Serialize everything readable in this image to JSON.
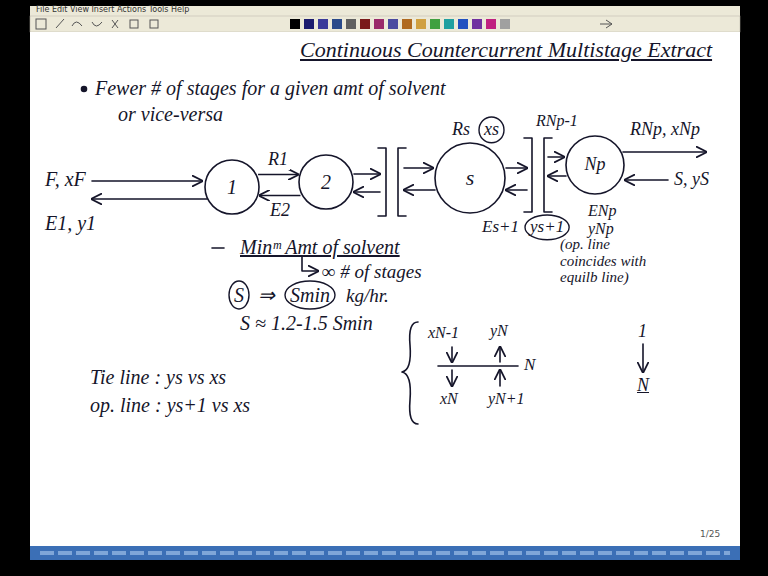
{
  "diagram": {
    "title": "Continuous Countercurrent Multistage Extract",
    "nodes": [
      {
        "text": [
          "1"
        ]
      },
      {
        "text": [
          "2"
        ]
      },
      {
        "text": [
          "s"
        ]
      },
      {
        "text": [
          "Np"
        ]
      }
    ],
    "edges": [
      {
        "from": 0,
        "to": 1,
        "label": "R1",
        "arrow": "to"
      },
      {
        "from": 1,
        "to": 0,
        "label": "E2",
        "arrow": "to"
      }
    ],
    "labels": [
      "File Edit View Insert Actions Tools Help",
      "Fewer # of stages for a given amt of solvent",
      "or vice-versa",
      "F, xF",
      "E1, y1",
      "Rs",
      "xs",
      "Es+1",
      "ys+1",
      "RNp-1",
      "RNp, xNp",
      "S, yS",
      "ENp",
      "yNp",
      "Minᵐ Amt of solvent",
      "∞ # of stages",
      "(op. line coincides with equilb line)",
      "S",
      "⇒",
      "Smin",
      "kg/hr.",
      "S ≈ 1.2-1.5 Smin",
      "Tie line : ys vs xs",
      "op. line : ys+1 vs xs",
      "xN-1",
      "yN",
      "N",
      "xN",
      "yN+1",
      "1",
      "N",
      "1/25"
    ]
  }
}
